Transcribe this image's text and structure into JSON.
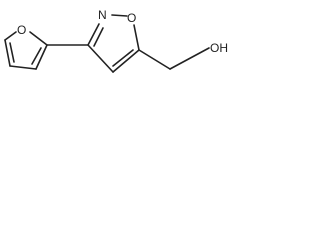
{
  "molecule": {
    "atoms": {
      "furan_oxygen": {
        "label": "O"
      },
      "isoxazole_nitrogen": {
        "label": "N"
      },
      "isoxazole_oxygen": {
        "label": "O"
      },
      "hydroxyl": {
        "label": "OH"
      }
    },
    "colors": {
      "ink": "#222222",
      "background": "#ffffff"
    }
  }
}
